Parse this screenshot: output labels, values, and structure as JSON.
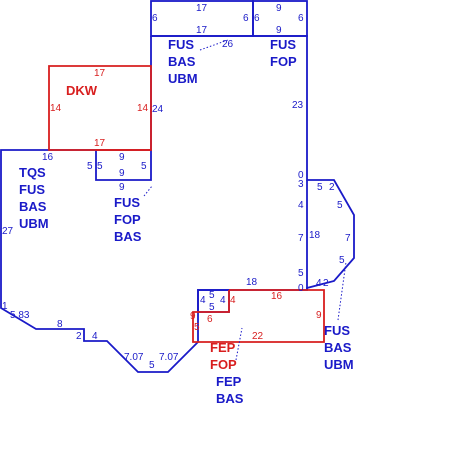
{
  "colors": {
    "blue": "#1a1ac8",
    "red": "#d81e1e"
  },
  "dimensions": {
    "top_box_left_top": "17",
    "top_box_left_top2": "17",
    "top_box_left_left": "6",
    "top_box_left_right": "6",
    "top_box_right_top": "9",
    "top_box_right_top2": "9",
    "top_box_right_left": "6",
    "top_box_right_right": "6",
    "main_diag": "26",
    "main_right_23": "23",
    "red_room_top": "17",
    "red_room_left": "14",
    "red_room_right": "14",
    "red_room_bottom": "17",
    "main_left_24": "24",
    "left_top_16": "16",
    "small_5a": "5",
    "small_5b": "5",
    "small_9a": "9",
    "small_9b": "9",
    "small_9c": "9",
    "small_5c": "5",
    "right_0a": "0",
    "right_3": "3",
    "right_4": "4",
    "right_7": "7",
    "right_18": "18",
    "right_5a": "5",
    "right_0b": "0",
    "ext_5": "5",
    "ext_2": "2",
    "ext_5b": "5",
    "ext_7": "7",
    "ext_5c": "5",
    "ext_4": "4",
    "ext_2b": "2",
    "left_27": "27",
    "left_1": "1",
    "left_583": "5.83",
    "left_8": "8",
    "left_2": "2",
    "left_4": "4",
    "bottom_707a": "7.07",
    "bottom_5": "5",
    "bottom_707b": "7.07",
    "mid_18": "18",
    "red_bot_16": "16",
    "red_bot_9": "9",
    "red_bot_22": "22",
    "red_bot_left_6": "6",
    "red_bot_left_5": "5",
    "red_bot_left_9": "9",
    "sq_4a": "4",
    "sq_5a": "5",
    "sq_4b": "4",
    "sq_4c": "4",
    "sq_5b": "5"
  },
  "labels": {
    "dkw": "DKW",
    "top_left_block": [
      "FUS",
      "BAS",
      "UBM"
    ],
    "top_right_block": [
      "FUS",
      "FOP"
    ],
    "left_block": [
      "TQS",
      "FUS",
      "BAS",
      "UBM"
    ],
    "mid_block": [
      "FUS",
      "FOP",
      "BAS"
    ],
    "right_block": [
      "FUS",
      "BAS",
      "UBM"
    ],
    "bottom_red": [
      "FEP",
      "FOP"
    ],
    "bottom_blue": [
      "FEP",
      "BAS"
    ]
  }
}
